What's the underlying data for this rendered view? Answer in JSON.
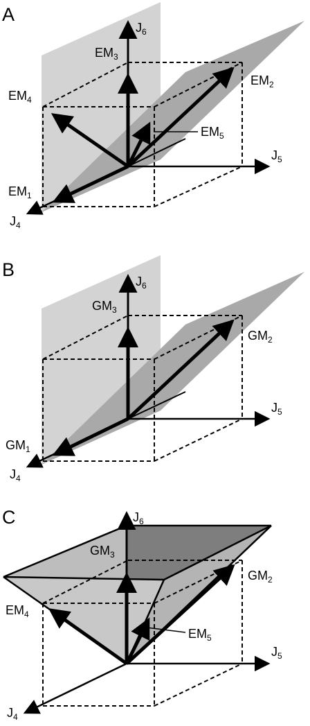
{
  "panels": [
    {
      "letter": "A",
      "labels": {
        "axis_j6": "J",
        "axis_j5": "J",
        "axis_j4": "J",
        "v3": "EM",
        "v2": "EM",
        "v4": "EM",
        "v5": "EM",
        "v1": "EM"
      }
    },
    {
      "letter": "B",
      "labels": {
        "axis_j6": "J",
        "axis_j5": "J",
        "axis_j4": "J",
        "v3": "GM",
        "v2": "GM",
        "v1": "GM"
      }
    },
    {
      "letter": "C",
      "labels": {
        "axis_j6": "J",
        "axis_j5": "J",
        "axis_j4": "J",
        "v3": "GM",
        "v2": "GM",
        "v4": "EM",
        "v5": "EM"
      }
    }
  ],
  "subscripts": {
    "one": "1",
    "two": "2",
    "three": "3",
    "four": "4",
    "five": "5",
    "six": "6"
  },
  "colors": {
    "plane_light": "#d3d3d3",
    "plane_dark": "#a9a9a9",
    "pyramid": "#bdbdbd",
    "pyramid_dark": "#7e7e7e",
    "ink": "#000000"
  }
}
